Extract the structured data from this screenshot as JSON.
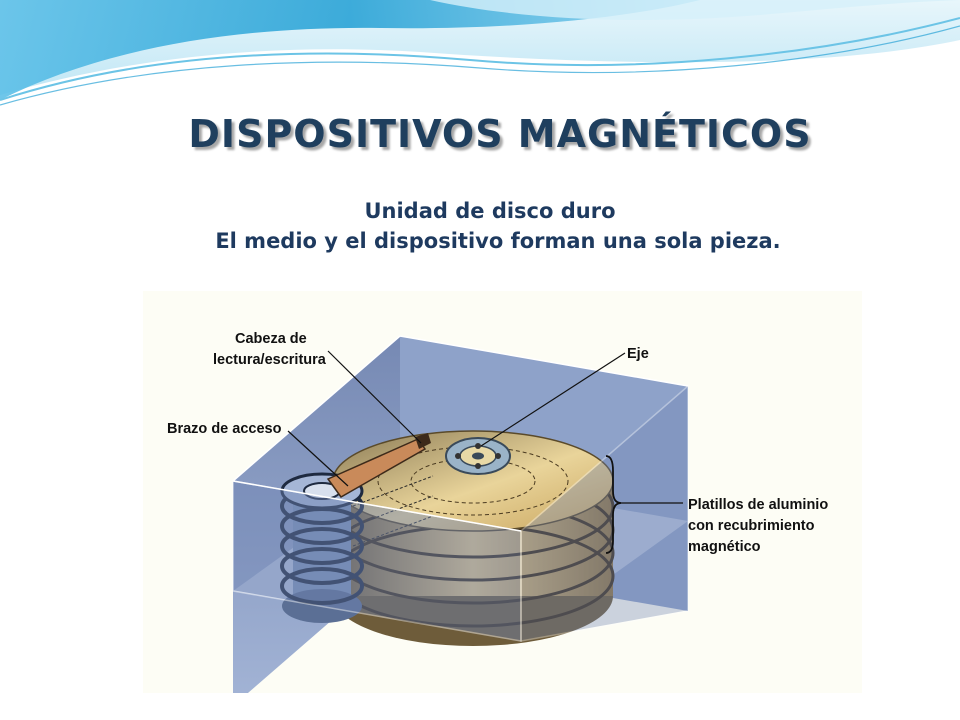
{
  "title": "DISPOSITIVOS MAGNÉTICOS",
  "subtitle_line1": "Unidad de disco duro",
  "subtitle_line2": "El medio y el dispositivo forman una sola pieza.",
  "diagram": {
    "labels": {
      "head_line1": "Cabeza de",
      "head_line2": "lectura/escritura",
      "arm": "Brazo de acceso",
      "spindle": "Eje",
      "platters_line1": "Platillos de aluminio",
      "platters_line2": "con recubrimiento",
      "platters_line3": "magnético"
    }
  },
  "colors": {
    "title": "#1f3f5e",
    "subtitle": "#1e3a5f",
    "wave_light": "#bfe6f5",
    "wave_mid": "#6cc4e6",
    "wave_dark": "#2aa3d6",
    "casing": "#7c8fb8",
    "platter": "#b8944f"
  }
}
